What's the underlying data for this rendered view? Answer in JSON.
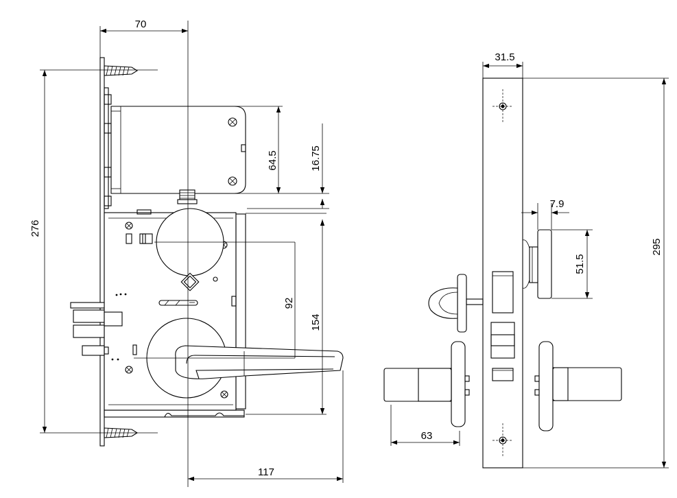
{
  "dimensions": {
    "side_view": {
      "width_70": "70",
      "height_276": "276",
      "height_64_5": "64.5",
      "height_16_75": "16.75",
      "height_92": "92",
      "height_154": "154",
      "width_117": "117"
    },
    "front_view": {
      "width_31_5": "31.5",
      "offset_7_9": "7.9",
      "height_51_5": "51.5",
      "height_295": "295",
      "width_63": "63"
    }
  }
}
